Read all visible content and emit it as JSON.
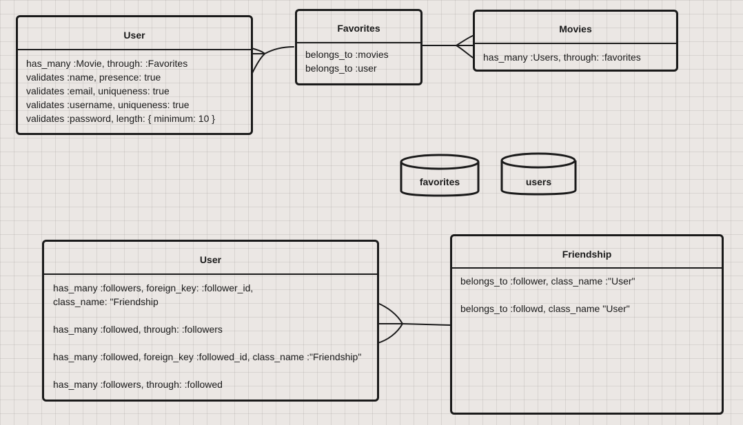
{
  "diagram": {
    "top_user": {
      "title": "User",
      "lines": [
        "has_many :Movie, through: :Favorites",
        "validates :name, presence: true",
        "validates :email, uniqueness: true",
        "validates :username, uniqueness: true",
        "validates :password, length: { minimum: 10 }"
      ]
    },
    "favorites": {
      "title": "Favorites",
      "lines": [
        "belongs_to :movies",
        "belongs_to :user"
      ]
    },
    "movies": {
      "title": "Movies",
      "lines": [
        "has_many :Users, through: :favorites"
      ]
    },
    "tables": {
      "favorites_label": "favorites",
      "users_label": "users"
    },
    "bottom_user": {
      "title": "User",
      "lines": [
        "has_many :followers, foreign_key: :follower_id,",
        "class_name: \"Friendship",
        "has_many :followed, through: :followers",
        "has_many :followed, foreign_key :followed_id, class_name :\"Friendship\"",
        "has_many :followers, through: :followed"
      ]
    },
    "friendship": {
      "title": "Friendship",
      "lines": [
        "belongs_to :follower, class_name :\"User\"",
        "belongs_to :followd, class_name \"User\""
      ]
    }
  },
  "colors": {
    "canvas_background": "#ebe7e4",
    "grid": "#d2cdc8",
    "stroke": "#1a1a1a",
    "text": "#1a1a1a"
  }
}
